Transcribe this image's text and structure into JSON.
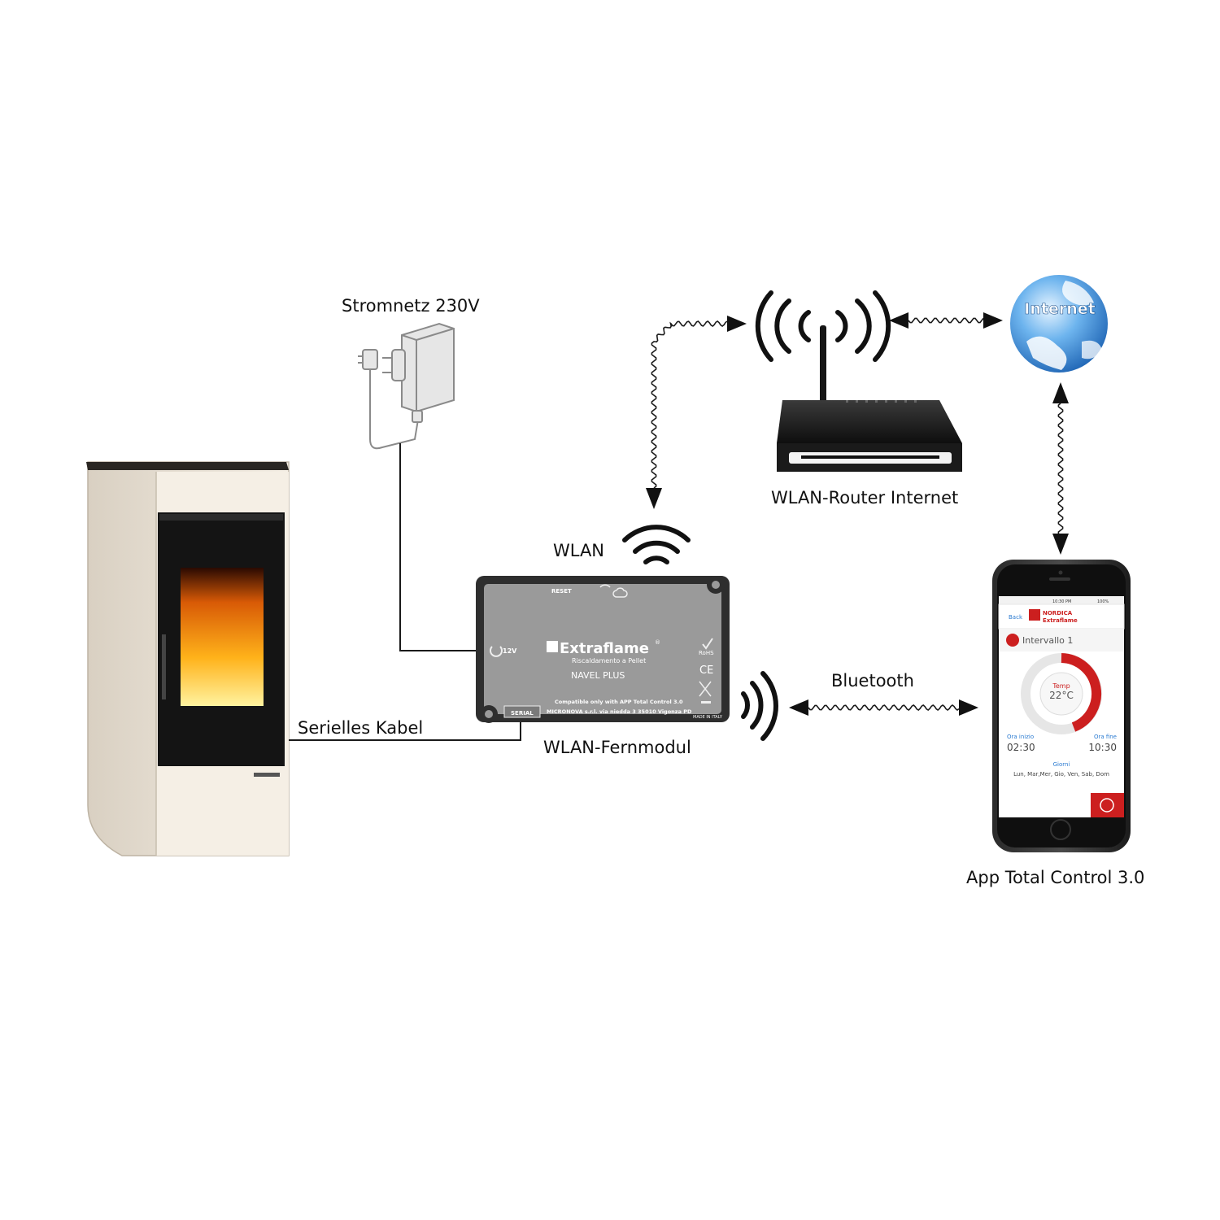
{
  "labels": {
    "power": "Stromnetz 230V",
    "router": "WLAN-Router Internet",
    "wlan": "WLAN",
    "bluetooth": "Bluetooth",
    "serial_cable": "Serielles Kabel",
    "module": "WLAN-Fernmodul",
    "app": "App Total Control 3.0",
    "internet": "Internet"
  },
  "module": {
    "brand": "Extraflame",
    "brand_mark": "®",
    "tagline": "Riscaldamento a Pellet",
    "model": "NAVEL PLUS",
    "reset": "RESET",
    "voltage": "12V",
    "serial_port": "SERIAL",
    "compat_line1": "Compatible only with APP Total Control 3.0",
    "compat_line2": "MICRONOVA s.r.l. via niedda 3 35010 Vigonza PD",
    "rohs": "RoHS",
    "ce": "CE",
    "made_in": "MADE IN ITALY"
  },
  "phone_app": {
    "status_time": "10:30 PM",
    "status_battery": "100%",
    "back": "Back",
    "brand_top": "NORDICA",
    "brand_bottom": "Extraflame",
    "interval_title": "Intervallo 1",
    "temp_label": "Temp",
    "temp_value": "22°C",
    "start_label": "Ora inizio",
    "start_value": "02:30",
    "end_label": "Ora fine",
    "end_value": "10:30",
    "days_label": "Giorni",
    "days_value": "Lun, Mar,Mer, Gio, Ven, Sab, Dom"
  },
  "colors": {
    "arrow": "#1a1a1a",
    "module_body": "#9a9a9a",
    "module_frame": "#2e2e2e",
    "app_accent": "#cc1f1f",
    "app_link": "#2b7bd1",
    "globe": "#3a8fd9",
    "stove_body": "#f3ece1"
  },
  "icons": [
    "power-adapter-icon",
    "pellet-stove-icon",
    "wifi-router-icon",
    "globe-icon",
    "smartphone-icon",
    "wifi-waves-icon",
    "radio-waves-icon"
  ]
}
